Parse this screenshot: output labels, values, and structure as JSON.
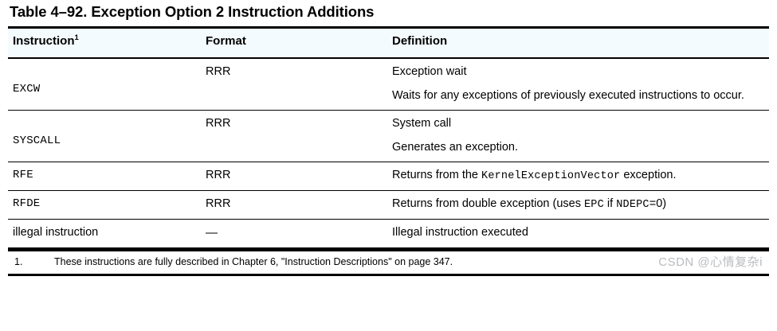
{
  "title": "Table 4–92.  Exception Option 2 Instruction Additions",
  "table": {
    "headers": {
      "instruction": "Instruction",
      "instruction_footnote_marker": "1",
      "format": "Format",
      "definition": "Definition"
    },
    "rows": [
      {
        "instruction": "EXCW",
        "instruction_style": "mono",
        "format": "RRR",
        "definition_lines": [
          [
            {
              "text": "Exception wait",
              "style": "normal"
            }
          ],
          [
            {
              "text": "Waits for any exceptions of previously executed instructions to occur.",
              "style": "normal"
            }
          ]
        ]
      },
      {
        "instruction": "SYSCALL",
        "instruction_style": "mono",
        "format": "RRR",
        "definition_lines": [
          [
            {
              "text": "System call",
              "style": "normal"
            }
          ],
          [
            {
              "text": "Generates an exception.",
              "style": "normal"
            }
          ]
        ]
      },
      {
        "instruction": "RFE",
        "instruction_style": "mono",
        "format": "RRR",
        "definition_lines": [
          [
            {
              "text": "Returns from the ",
              "style": "normal"
            },
            {
              "text": "KernelExceptionVector",
              "style": "mono"
            },
            {
              "text": " exception.",
              "style": "normal"
            }
          ]
        ]
      },
      {
        "instruction": "RFDE",
        "instruction_style": "mono",
        "format": "RRR",
        "definition_lines": [
          [
            {
              "text": "Returns from double exception (uses ",
              "style": "normal"
            },
            {
              "text": "EPC",
              "style": "mono"
            },
            {
              "text": " if ",
              "style": "normal"
            },
            {
              "text": "NDEPC",
              "style": "mono"
            },
            {
              "text": "=0)",
              "style": "normal"
            }
          ]
        ]
      },
      {
        "instruction": "illegal instruction",
        "instruction_style": "normal",
        "format": "—",
        "definition_lines": [
          [
            {
              "text": "Illegal instruction executed",
              "style": "normal"
            }
          ]
        ]
      }
    ]
  },
  "footnote": {
    "number": "1.",
    "text": "These instructions are fully described in Chapter 6, \"Instruction Descriptions\" on page 347."
  },
  "watermark": {
    "text": "CSDN @心情复杂i"
  },
  "colors": {
    "header_background": "#f4fbff",
    "rule": "#000000",
    "text": "#000000",
    "watermark": "#b9bcc0"
  }
}
